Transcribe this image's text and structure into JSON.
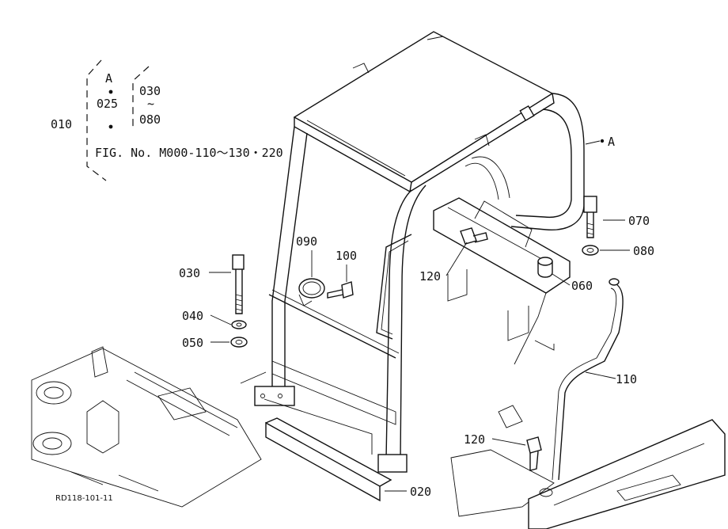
{
  "callouts": {
    "p010": "010",
    "ref_a": "A",
    "p025": "025",
    "range_from": "030",
    "range_sep": "~",
    "range_to": "080",
    "fig_ref": "FIG. No. M000-110～130・220",
    "p020": "020",
    "p030": "030",
    "p040": "040",
    "p050": "050",
    "p060": "060",
    "p070": "070",
    "p080": "080",
    "p090": "090",
    "p100": "100",
    "p110": "110",
    "p120a": "120",
    "p120b": "120",
    "a_mark": "A"
  },
  "drawing_code": "RD118-101-11"
}
